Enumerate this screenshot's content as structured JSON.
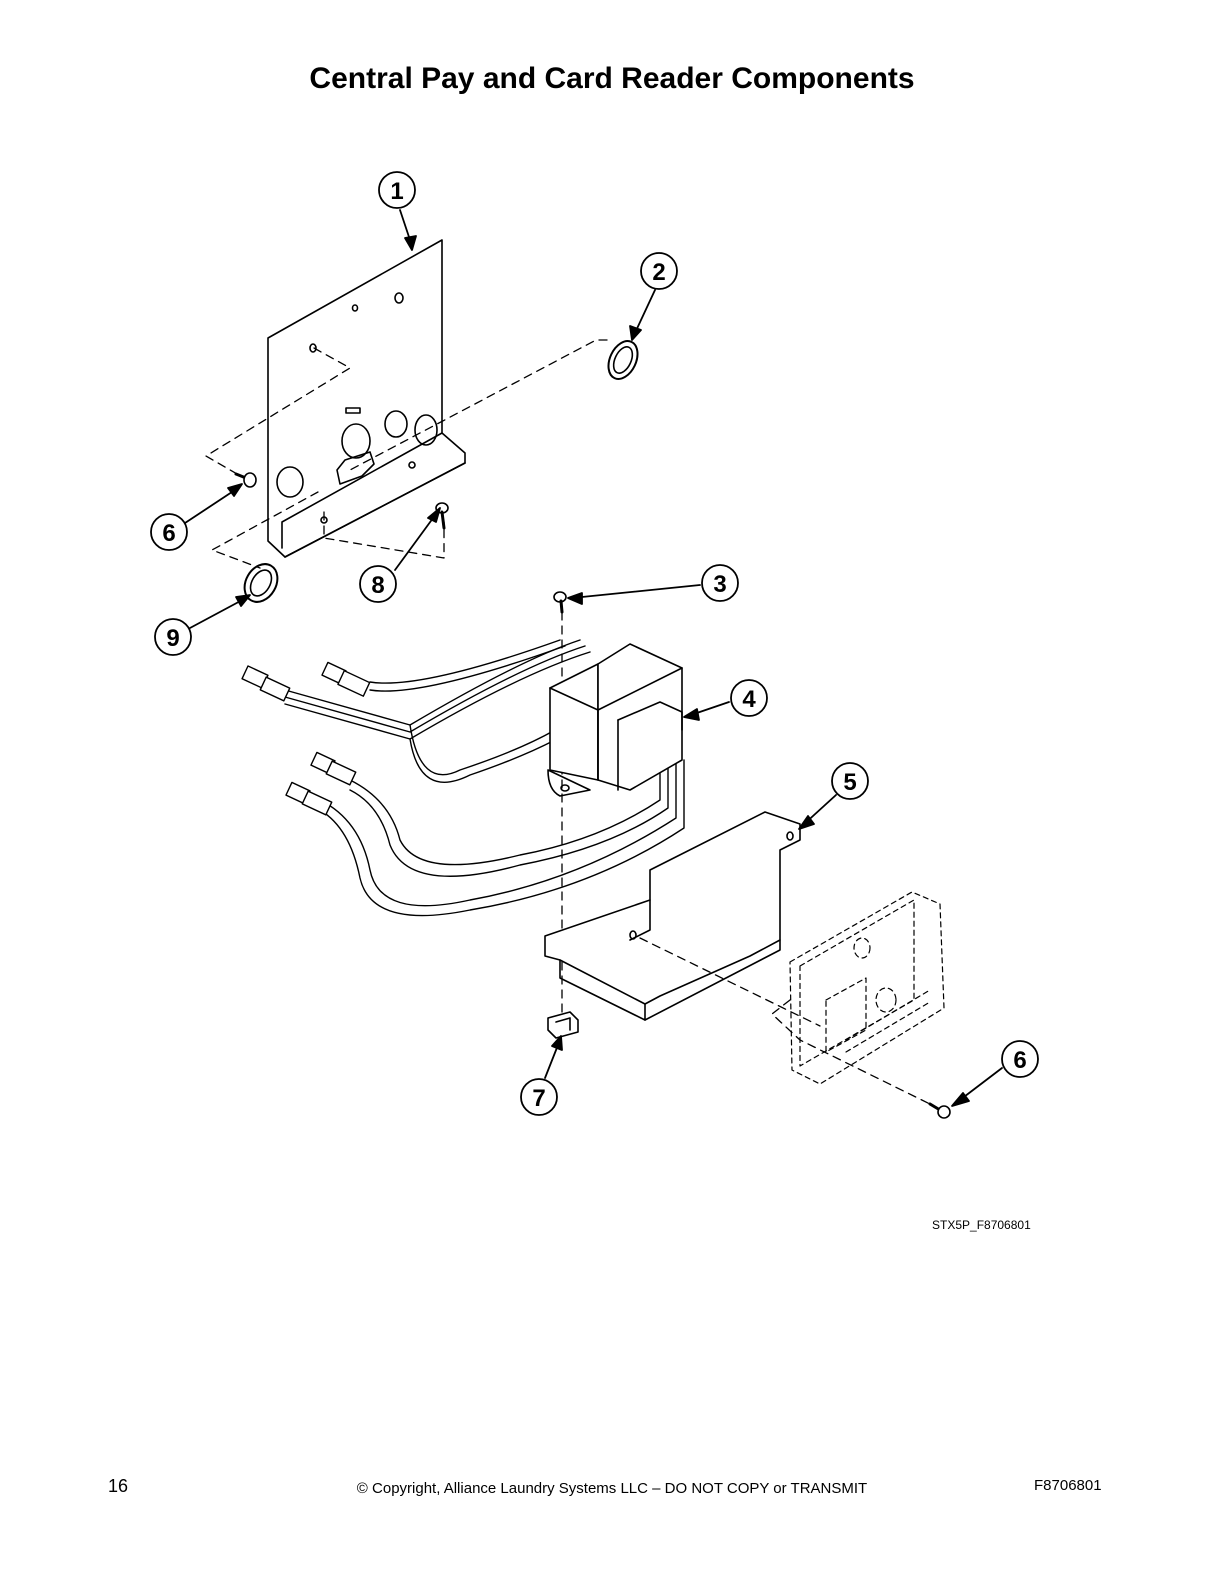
{
  "page": {
    "title": "Central Pay and Card Reader Components",
    "figure_id": "STX5P_F8706801",
    "footer": {
      "page_number": "16",
      "copyright": "© Copyright, Alliance Laundry Systems LLC – DO NOT COPY or TRANSMIT",
      "doc_number": "F8706801"
    }
  },
  "callouts": [
    "1",
    "2",
    "3",
    "4",
    "5",
    "6",
    "7",
    "8",
    "9",
    "6"
  ]
}
